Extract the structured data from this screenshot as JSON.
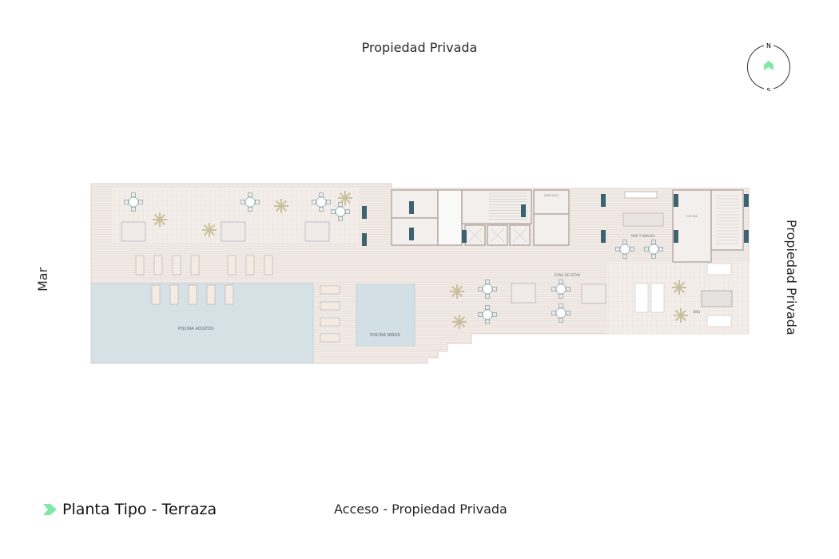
{
  "orientation": {
    "top": "Propiedad Privada",
    "right": "Propiedad Privada",
    "left": "Mar",
    "bottom": "Acceso - Propiedad Privada"
  },
  "compass": {
    "north": "N",
    "south": "S",
    "icon": "north-arrow-icon",
    "accent": "#7ee8a6"
  },
  "title": {
    "text": "Planta Tipo - Terraza",
    "icon": "chevron-right-icon",
    "accent": "#7ee8a6"
  },
  "rooms": {
    "pool_adults": "PISCINA ADULTOS",
    "pool_kids": "PISCINA NIÑOS",
    "lounge": "ZONA DE ESTAR",
    "bar": "BAR Y SNACKS",
    "bbq": "BBQ",
    "kitchen": "COCINA",
    "storage": "DEPÓSITO"
  },
  "colors": {
    "deck": "#efe7e2",
    "pool": "#d6e1e6",
    "wall": "#b9aca6",
    "column": "#3b6470",
    "plant": "#c9bf9a",
    "furniture": "#8aa8ae"
  }
}
